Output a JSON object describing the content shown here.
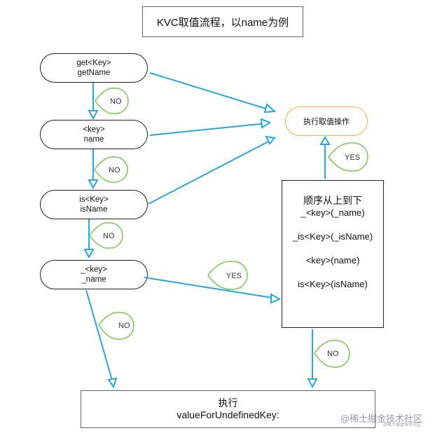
{
  "title": "KVC取值流程，以name为例",
  "steps": [
    {
      "line1": "get<Key>",
      "line2": "getName"
    },
    {
      "line1": "<key>",
      "line2": "name"
    },
    {
      "line1": "is<Key>",
      "line2": "isName"
    },
    {
      "line1": "_<key>",
      "line2": "_name"
    }
  ],
  "exec_label": "执行取值操作",
  "order_box": {
    "heading": "顺序从上到下",
    "items": [
      "_<key>(_name)",
      "_is<Key>(_isName)",
      "<key>(name)",
      "is<Key>(isName)"
    ]
  },
  "final": {
    "line1": "执行",
    "line2": "valueForUndefinedKey:"
  },
  "labels": {
    "no": "NO",
    "yes": "YES"
  },
  "watermark": "@稀土掘金技术社区",
  "watermark_small": "@稀土掘金技术社区",
  "colors": {
    "arrow": "#2aa6dc",
    "bubble": "#7cc45a",
    "exec_border": "#f2b441"
  }
}
